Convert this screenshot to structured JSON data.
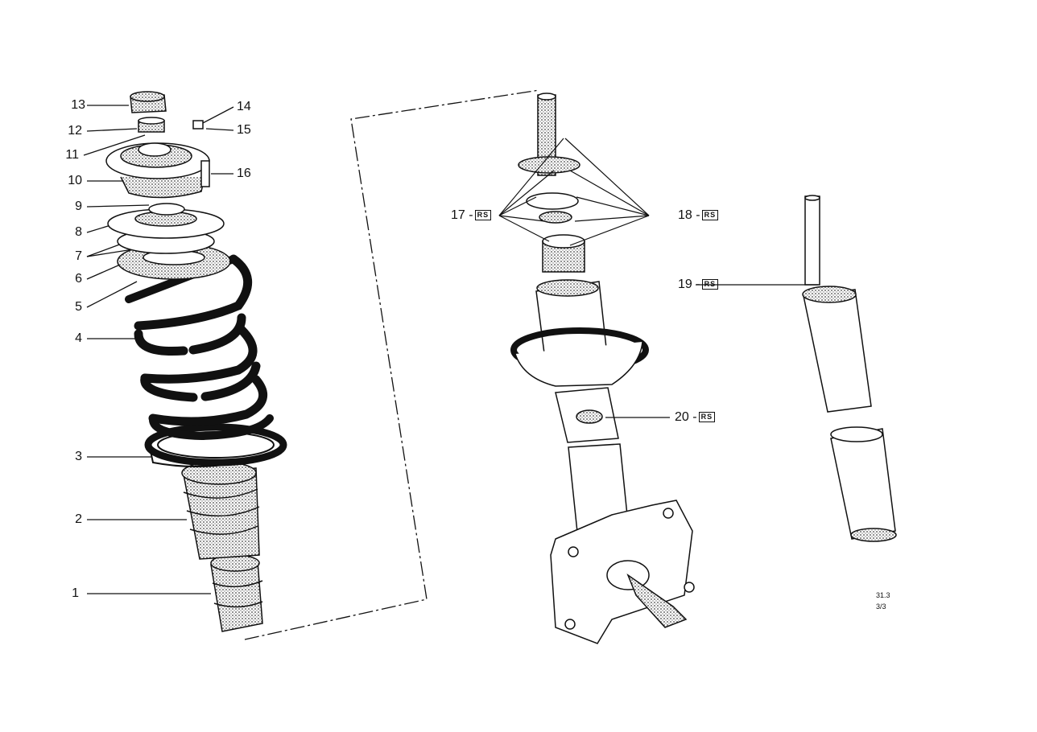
{
  "diagram": {
    "parts": [
      {
        "no": "1"
      },
      {
        "no": "2"
      },
      {
        "no": "3"
      },
      {
        "no": "4"
      },
      {
        "no": "5"
      },
      {
        "no": "6"
      },
      {
        "no": "7"
      },
      {
        "no": "8"
      },
      {
        "no": "9"
      },
      {
        "no": "10"
      },
      {
        "no": "11"
      },
      {
        "no": "12"
      },
      {
        "no": "13"
      },
      {
        "no": "14"
      },
      {
        "no": "15"
      },
      {
        "no": "16"
      },
      {
        "no": "17 -",
        "badge": "RS"
      },
      {
        "no": "18 -",
        "badge": "RS"
      },
      {
        "no": "19 -",
        "badge": "RS"
      },
      {
        "no": "20 -",
        "badge": "RS"
      }
    ],
    "sheet_code": "31.3",
    "sheet_page": "3/3"
  }
}
